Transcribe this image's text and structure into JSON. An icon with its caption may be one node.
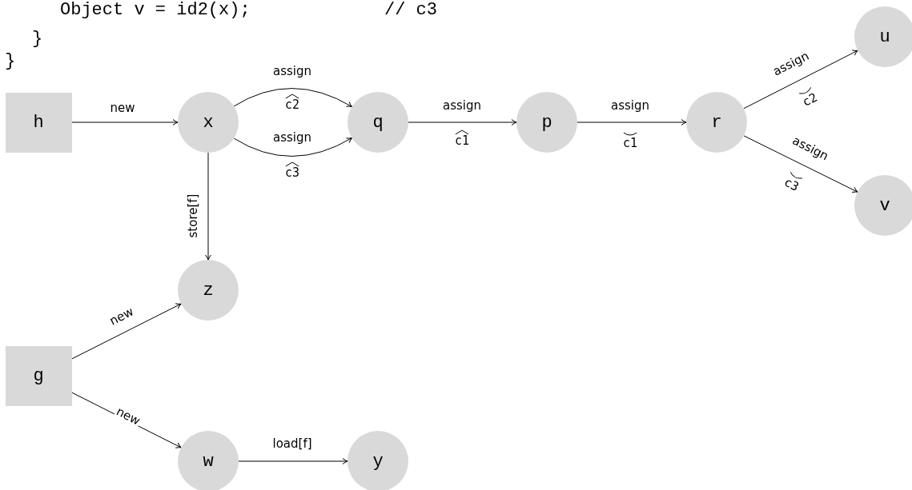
{
  "diagram": {
    "nodes": [
      {
        "text": [
          "h"
        ]
      },
      {
        "text": [
          "x"
        ]
      },
      {
        "text": [
          "q"
        ]
      },
      {
        "text": [
          "p"
        ]
      },
      {
        "text": [
          "r"
        ]
      },
      {
        "text": [
          "u"
        ]
      },
      {
        "text": [
          "v"
        ]
      },
      {
        "text": [
          "z"
        ]
      },
      {
        "text": [
          "g"
        ]
      },
      {
        "text": [
          "w"
        ]
      },
      {
        "text": [
          "y"
        ]
      }
    ],
    "edges": [
      {
        "from": 0,
        "to": 1,
        "arrow": "to",
        "label": "new"
      },
      {
        "from": 1,
        "to": 2,
        "arrow": "to",
        "label": "assign"
      },
      {
        "from": 1,
        "to": 2,
        "arrow": "to",
        "label": "assign"
      },
      {
        "from": 2,
        "to": 3,
        "arrow": "to",
        "label": "assign"
      },
      {
        "from": 3,
        "to": 4,
        "arrow": "to",
        "label": "assign"
      },
      {
        "from": 4,
        "to": 5,
        "arrow": "to",
        "label": "assign"
      },
      {
        "from": 4,
        "to": 6,
        "arrow": "to",
        "label": "assign"
      },
      {
        "from": 1,
        "to": 7,
        "arrow": "to",
        "label": "store[f]"
      },
      {
        "from": 8,
        "to": 7,
        "arrow": "to",
        "label": "new"
      },
      {
        "from": 8,
        "to": 9,
        "arrow": "to",
        "label": "new"
      },
      {
        "from": 9,
        "to": 10,
        "arrow": "to",
        "label": "load[f]"
      }
    ],
    "labels": [
      "Object v = id2(x);",
      "// c3",
      "}",
      "}",
      "c2",
      "c3",
      "c1",
      "c1",
      "c2",
      "c3"
    ]
  }
}
